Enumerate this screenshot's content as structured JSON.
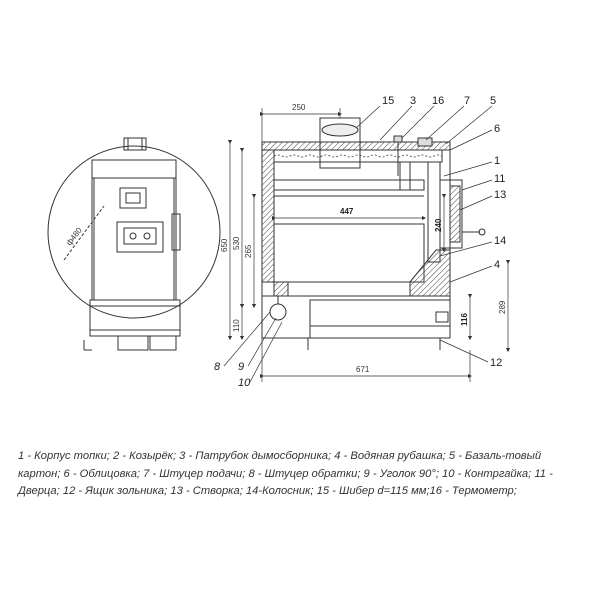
{
  "dimensions": {
    "d250": "250",
    "d650": "650",
    "d530": "530",
    "d265": "265",
    "d110": "110",
    "d447": "447",
    "d240": "240",
    "d116": "116",
    "d289": "289",
    "d671": "671",
    "d480": "ф480"
  },
  "callouts": {
    "c15": "15",
    "c3": "3",
    "c16": "16",
    "c7": "7",
    "c5": "5",
    "c6": "6",
    "c1": "1",
    "c11": "11",
    "c13": "13",
    "c14": "14",
    "c4": "4",
    "c12": "12",
    "c8": "8",
    "c9": "9",
    "c10": "10"
  },
  "legend": "1 - Корпус топки; 2 - Козырёк; 3 - Патрубок дымосборника; 4 - Водяная рубашка; 5 - Базаль-товый картон; 6 - Облицовка; 7 - Штуцер подачи; 8 - Штуцер обратки; 9 - Уголок 90°; 10 - Контргайка; 11 - Дверца; 12 - Ящик зольника; 13 - Створка; 14-Колосник; 15 - Шибер d=115 мм;16 - Термометр;",
  "colors": {
    "line": "#333333",
    "insulation": "#555555",
    "water_fill": "#ffffff"
  }
}
